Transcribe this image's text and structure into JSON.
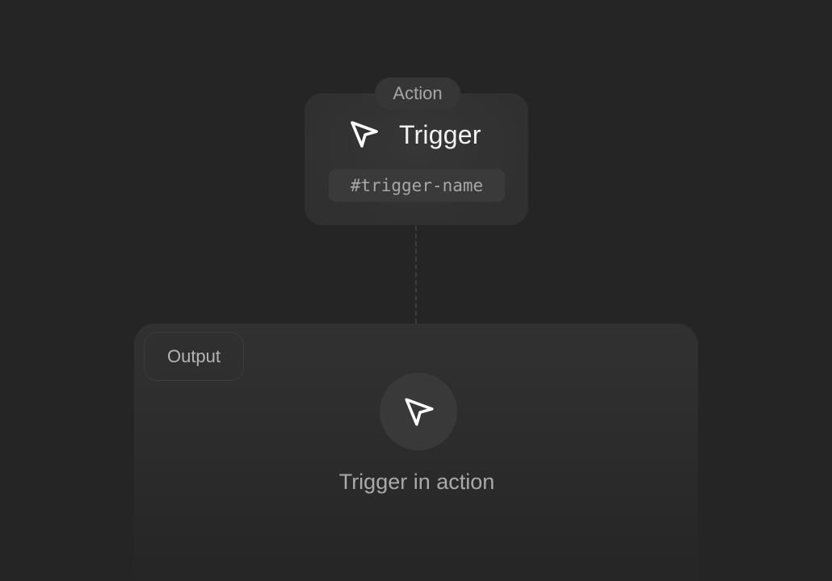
{
  "action_card": {
    "tag_label": "Action",
    "title": "Trigger",
    "icon": "cursor-arrow-icon",
    "trigger_name": "#trigger-name"
  },
  "output_panel": {
    "tag_label": "Output",
    "icon": "cursor-arrow-icon",
    "caption": "Trigger in action"
  },
  "colors": {
    "background": "#252525",
    "card": "#313131",
    "text_primary": "#f2f2f2",
    "text_secondary": "#a9a9a9"
  }
}
